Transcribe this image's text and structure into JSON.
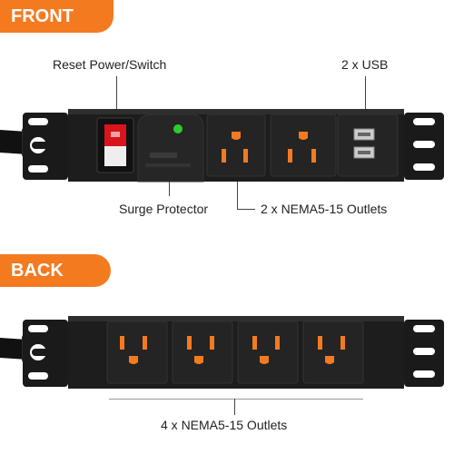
{
  "front": {
    "tag": "FRONT",
    "label_reset": "Reset Power/Switch",
    "label_usb": "2 x USB",
    "label_surge": "Surge Protector",
    "label_outlets": "2 x NEMA5-15 Outlets"
  },
  "back": {
    "tag": "BACK",
    "label_outlets": "4 x NEMA5-15 Outlets"
  },
  "colors": {
    "accent": "#f47a20",
    "device_body": "#1d1d1d",
    "switch_red": "#d8141c",
    "led_green": "#2ecc2e"
  }
}
